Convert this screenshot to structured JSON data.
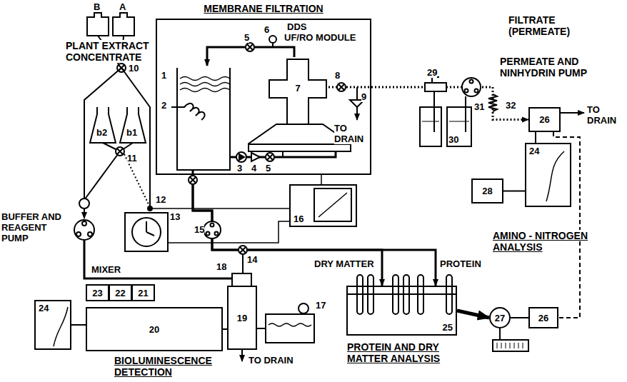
{
  "diagram": {
    "nodes": [
      {
        "text": [
          "MEMBRANE FILTRATION"
        ]
      },
      {
        "text": [
          "7"
        ],
        "in": 0
      },
      {
        "text": [
          "26"
        ]
      },
      {
        "text": [
          "28"
        ]
      },
      {
        "text": [
          "24"
        ]
      },
      {
        "text": [
          "26"
        ]
      },
      {
        "text": [
          "27"
        ]
      },
      {
        "text": [
          "23"
        ]
      },
      {
        "text": [
          "22"
        ]
      },
      {
        "text": [
          "21"
        ]
      },
      {
        "text": [
          "24"
        ]
      },
      {
        "text": [
          "20"
        ]
      },
      {
        "text": [
          "19"
        ]
      },
      {
        "text": [
          "16"
        ]
      },
      {
        "text": [
          "25"
        ]
      }
    ],
    "edges": [
      {
        "from": 0,
        "to": 2,
        "arrow": "to"
      },
      {
        "from": 2,
        "to": 5,
        "arrow": "none"
      },
      {
        "from": 4,
        "to": 2,
        "arrow": "none"
      },
      {
        "from": 3,
        "to": 4,
        "arrow": "none"
      },
      {
        "from": 5,
        "to": 6,
        "arrow": "none"
      },
      {
        "from": 14,
        "to": 6,
        "arrow": "to"
      },
      {
        "from": 10,
        "to": 11,
        "arrow": "none"
      },
      {
        "from": 11,
        "to": 12,
        "arrow": "none"
      },
      {
        "from": 0,
        "to": 14,
        "arrow": "to"
      },
      {
        "from": 0,
        "to": 14,
        "arrow": "to"
      }
    ],
    "labels": [
      "PLANT EXTRACT CONCENTRATE",
      "DDS",
      "UF/RO MODULE",
      "1",
      "2",
      "3",
      "4",
      "5",
      "5",
      "6",
      "8",
      "9",
      "TO DRAIN",
      "FILTRATE (PERMEATE)",
      "PERMEATE AND NINHYDRIN PUMP",
      "29",
      "30",
      "31",
      "32",
      "TO DRAIN",
      "AMINO - NITROGEN ANALYSIS",
      "B",
      "A",
      "10",
      "b2",
      "b1",
      "11",
      "12",
      "BUFFER AND REAGENT PUMP",
      "13",
      "MIXER",
      "15",
      "14",
      "18",
      "17",
      "TO DRAIN",
      "BIOLUMINESCENCE DETECTION",
      "DRY MATTER",
      "PROTEIN",
      "PROTEIN AND DRY MATTER ANALYSIS"
    ]
  }
}
